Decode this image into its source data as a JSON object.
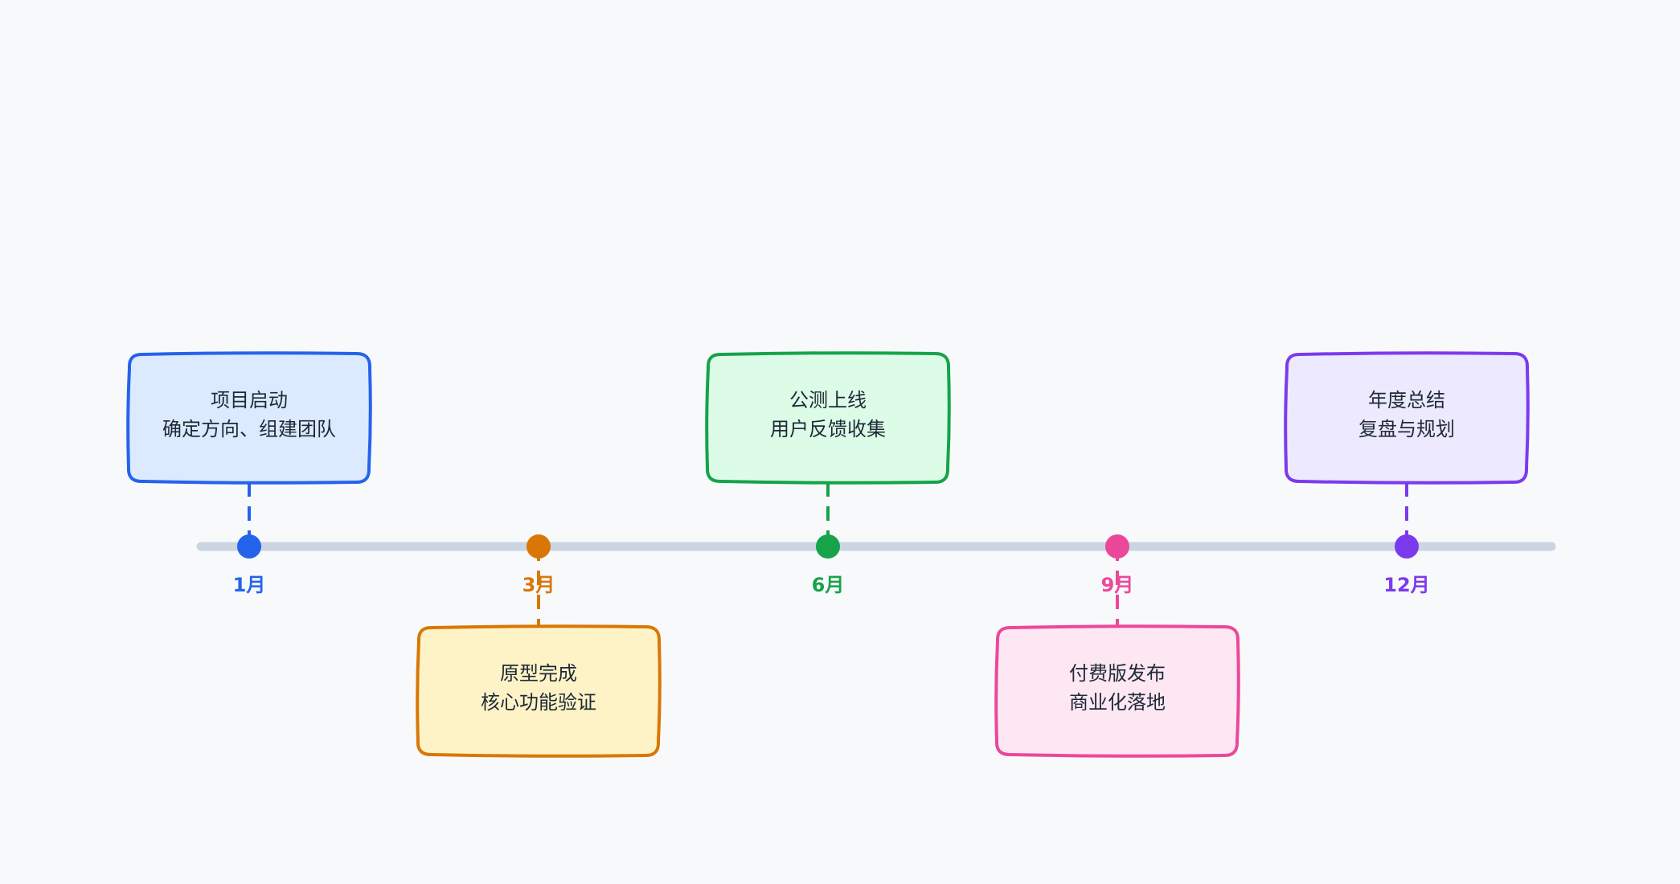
{
  "timeline": {
    "axis_color": "#cbd5e1",
    "milestones": [
      {
        "month": "1月",
        "title": "项目启动",
        "subtitle": "确定方向、组建团队",
        "position": "above",
        "color": "#2563eb",
        "fill": "#dbeafe"
      },
      {
        "month": "3月",
        "title": "原型完成",
        "subtitle": "核心功能验证",
        "position": "below",
        "color": "#d97706",
        "fill": "#fef3c7"
      },
      {
        "month": "6月",
        "title": "公测上线",
        "subtitle": "用户反馈收集",
        "position": "above",
        "color": "#16a34a",
        "fill": "#dcfce7"
      },
      {
        "month": "9月",
        "title": "付费版发布",
        "subtitle": "商业化落地",
        "position": "below",
        "color": "#ec4899",
        "fill": "#fce7f3"
      },
      {
        "month": "12月",
        "title": "年度总结",
        "subtitle": "复盘与规划",
        "position": "above",
        "color": "#7c3aed",
        "fill": "#ede9fe"
      }
    ]
  }
}
